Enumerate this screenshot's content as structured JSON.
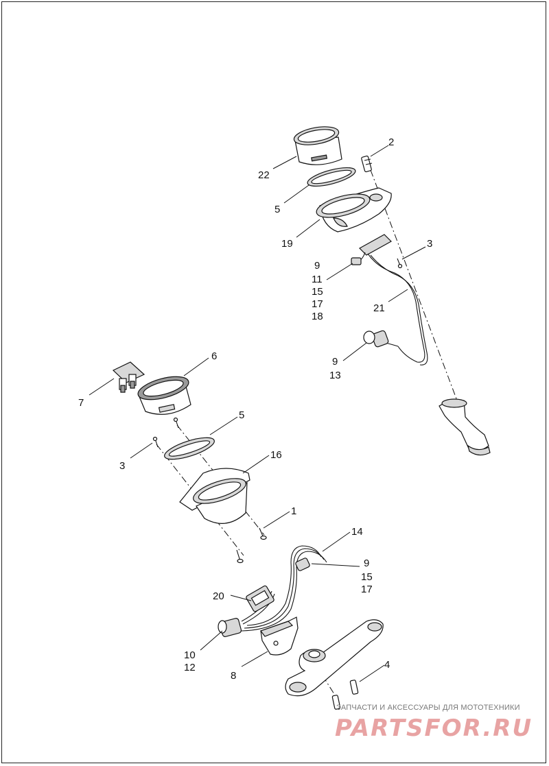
{
  "callouts": {
    "c22": "22",
    "c2": "2",
    "c5a": "5",
    "c19": "19",
    "c3a": "3",
    "c9a": "9",
    "c11": "11",
    "c15a": "15",
    "c17a": "17",
    "c18": "18",
    "c21": "21",
    "c9b": "9",
    "c13": "13",
    "c6": "6",
    "c7": "7",
    "c5b": "5",
    "c3b": "3",
    "c16": "16",
    "c1": "1",
    "c14": "14",
    "c9c": "9",
    "c15b": "15",
    "c17b": "17",
    "c20": "20",
    "c10": "10",
    "c12": "12",
    "c8": "8",
    "c4": "4"
  },
  "watermark": {
    "tagline": "ЗАПЧАСТИ И АКСЕССУАРЫ ДЛЯ МОТОТЕХНИКИ",
    "logo": "PARTSFOR.RU",
    "color": "#e8a3a3"
  }
}
